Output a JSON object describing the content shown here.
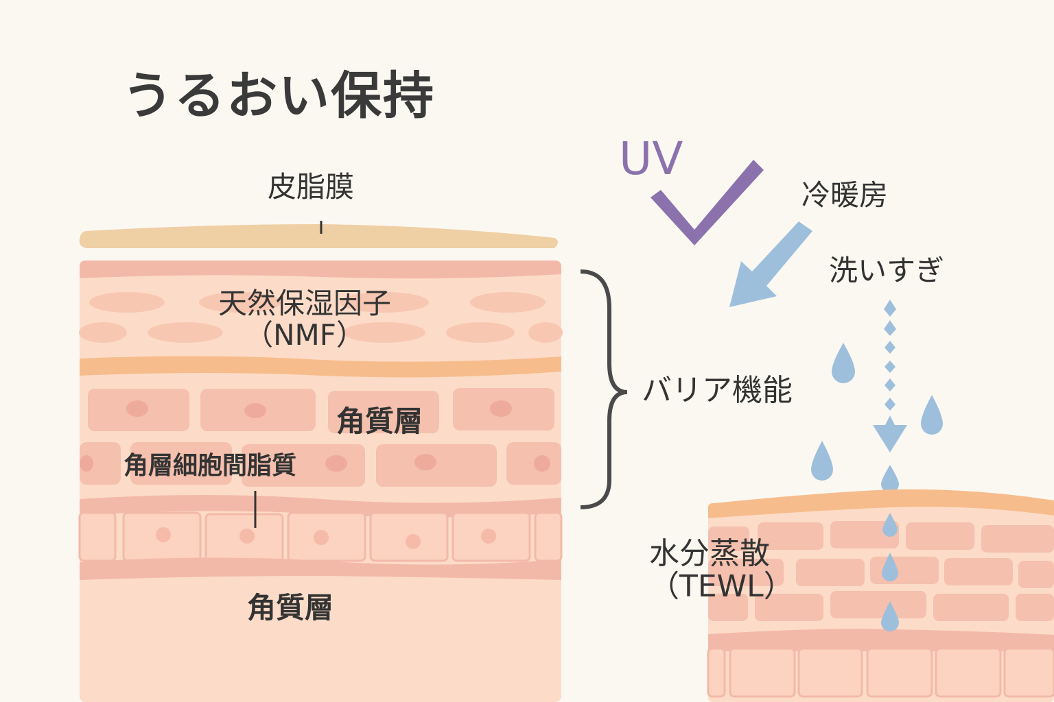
{
  "title": "うるおい保持",
  "labels": {
    "sebum_film": "皮脂膜",
    "nmf_line1": "天然保湿因子",
    "nmf_line2": "（NMF）",
    "stratum_corneum_upper": "角質層",
    "intercellular_lipid": "角層細胞間脂質",
    "stratum_corneum_lower": "角質層",
    "barrier_function": "バリア機能",
    "uv": "UV",
    "air_conditioning": "冷暖房",
    "over_washing": "洗いすぎ",
    "tewl_line1": "水分蒸散",
    "tewl_line2": "（TEWL）"
  },
  "colors": {
    "background": "#fbf8f2",
    "sebum": "#efcfa4",
    "skin_base": "#fcdcc8",
    "skin_top": "#f3b9a8",
    "cell": "#f5c0ae",
    "lipid_band": "#f7bc8c",
    "uv_purple": "#8b72ad",
    "water_blue": "#9dbfdc",
    "text_dark": "#333333"
  }
}
